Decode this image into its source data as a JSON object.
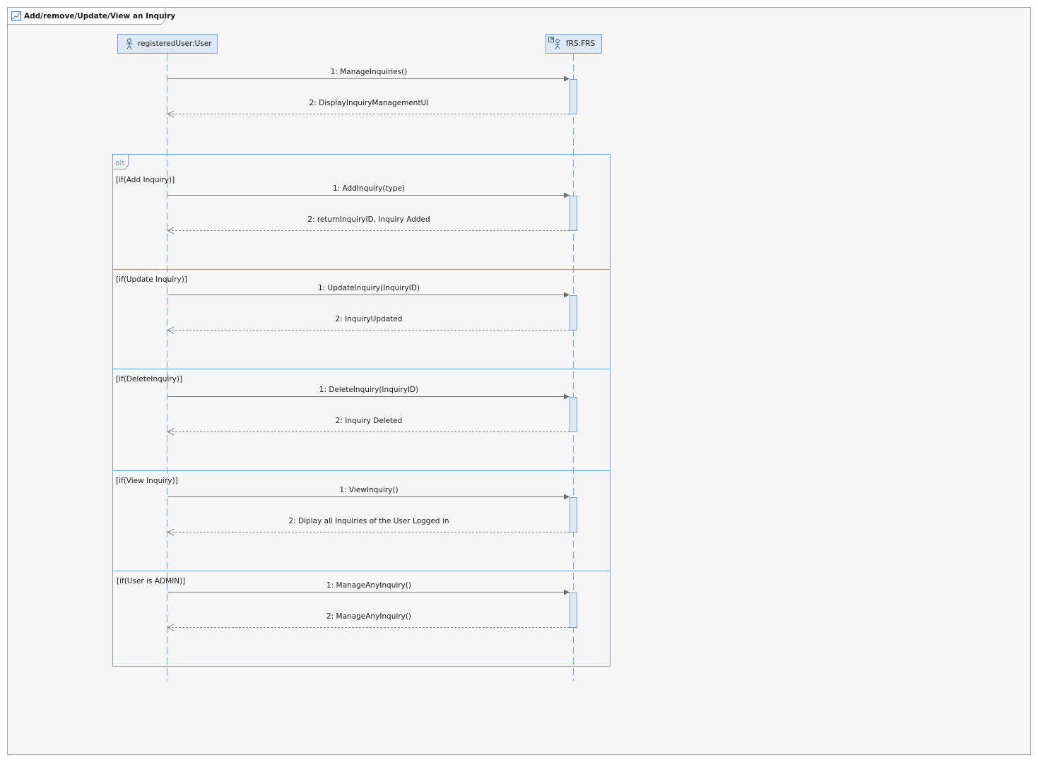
{
  "diagram": {
    "title": "Add/remove/Update/View an Inquiry",
    "lifelines": [
      {
        "name": "registeredUser:User",
        "kind": "actor"
      },
      {
        "name": "fRS:FRS",
        "kind": "actor-external"
      }
    ],
    "intro_messages": [
      {
        "label": "1: ManageInquiries()",
        "type": "call"
      },
      {
        "label": "2: DisplayInquiryManagementUI",
        "type": "return"
      }
    ],
    "fragment": {
      "operator": "alt",
      "operands": [
        {
          "guard": "[if(Add Inquiry)]",
          "messages": [
            {
              "label": "1: AddInquiry(type)",
              "type": "call"
            },
            {
              "label": "2: returnInquiryID, Inquiry Added",
              "type": "return"
            }
          ]
        },
        {
          "guard": "[if(Update Inquiry)]",
          "messages": [
            {
              "label": "1: UpdateInquiry(InquiryID)",
              "type": "call"
            },
            {
              "label": "2: InquiryUpdated",
              "type": "return"
            }
          ]
        },
        {
          "guard": "[if(DeleteInquiry)]",
          "messages": [
            {
              "label": "1: DeleteInquiry(InquiryID)",
              "type": "call"
            },
            {
              "label": "2: Inquiry Deleted",
              "type": "return"
            }
          ]
        },
        {
          "guard": "[if(View Inquiry)]",
          "messages": [
            {
              "label": "1: ViewInquiry()",
              "type": "call"
            },
            {
              "label": "2: Diplay all Inquiries of the User Logged in",
              "type": "return"
            }
          ]
        },
        {
          "guard": "[if(User is ADMIN)]",
          "messages": [
            {
              "label": "1: ManageAnyInquiry()",
              "type": "call"
            },
            {
              "label": "2: ManageAnyInquiry()",
              "type": "return"
            }
          ]
        }
      ]
    },
    "colors": {
      "frame_border": "#a0a0a0",
      "frame_fill": "#f6f6f6",
      "element_border": "#7aa0c8",
      "element_fill": "#dce8f5",
      "message_line": "#7a7a7a"
    }
  }
}
